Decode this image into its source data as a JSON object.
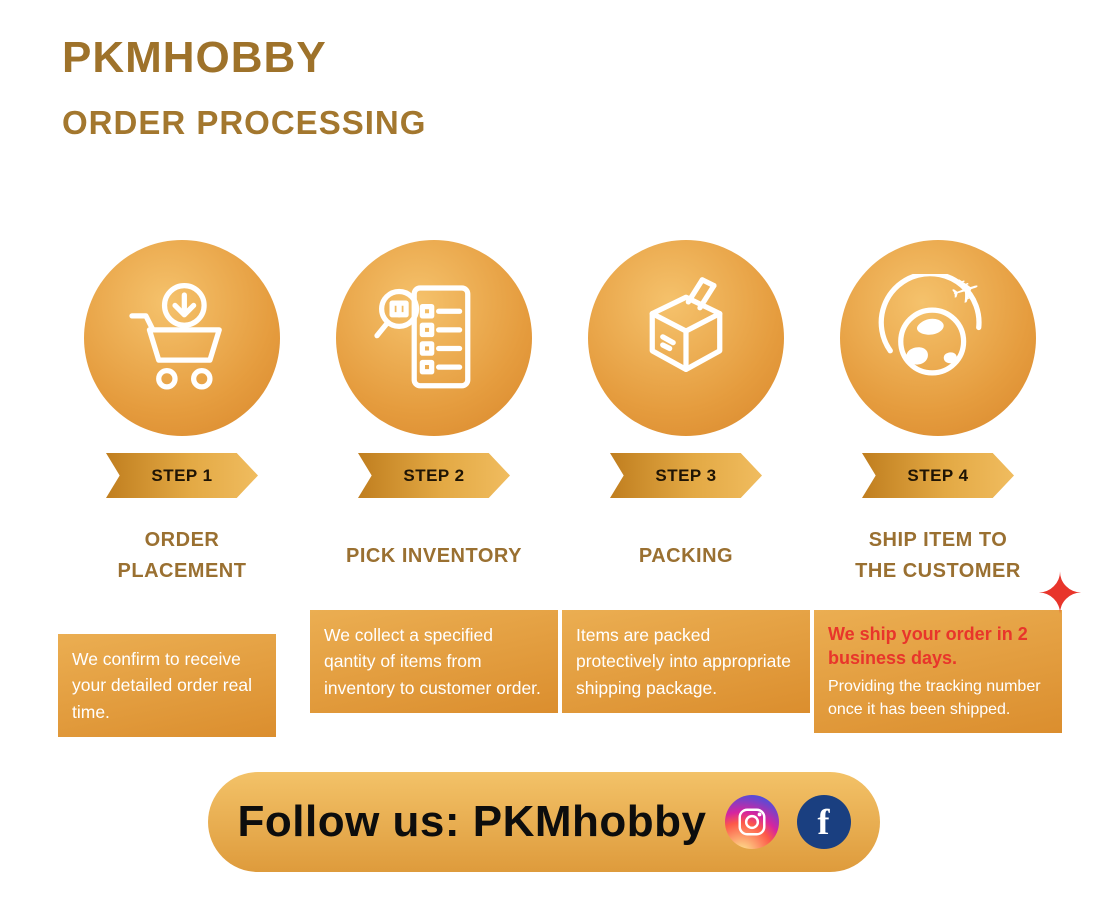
{
  "header": {
    "brand": "PKMHOBBY",
    "title": "ORDER PROCESSING"
  },
  "steps": [
    {
      "badge": "STEP 1",
      "title": "ORDER PLACEMENT",
      "description": "We confirm to receive your detailed order real time.",
      "icon": "cart-download-icon"
    },
    {
      "badge": "STEP 2",
      "title": "PICK INVENTORY",
      "description": "We collect a specified qantity of items from inventory to customer order.",
      "icon": "checklist-magnifier-icon"
    },
    {
      "badge": "STEP 3",
      "title": "PACKING",
      "description": "Items are packed protectively into appropriate shipping package.",
      "icon": "packing-box-icon"
    },
    {
      "badge": "STEP 4",
      "title": "SHIP ITEM TO THE CUSTOMER",
      "description_highlight": "We ship your order in 2 business days.",
      "description": "Providing the tracking number once it has been shipped.",
      "icon": "globe-plane-icon"
    }
  ],
  "footer": {
    "follow_label": "Follow us: PKMhobby",
    "facebook_glyph": "f"
  },
  "colors": {
    "brand_text": "#9E722A",
    "gold_light": "#F5C26C",
    "gold_dark": "#D8862B",
    "highlight_red": "#E8352B",
    "facebook_blue": "#1A3F80",
    "box_text": "#FFFFFF"
  }
}
